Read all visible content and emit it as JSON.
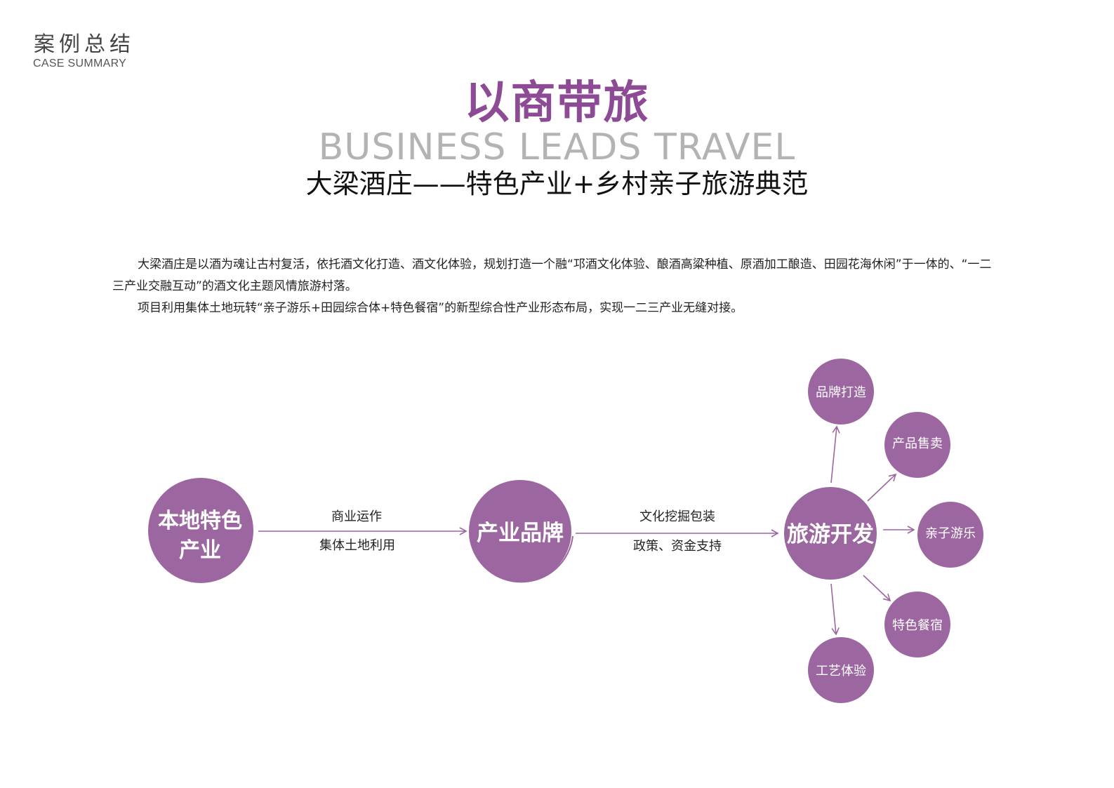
{
  "header": {
    "title": "案例总结",
    "subtitle": "CASE SUMMARY"
  },
  "main": {
    "title": "以商带旅",
    "title_en": "BUSINESS LEADS TRAVEL",
    "subtitle": "大梁酒庄——特色产业+乡村亲子旅游典范",
    "paragraphs": [
      "大梁酒庄是以酒为魂让古村复活，依托酒文化打造、酒文化体验，规划打造一个融“邛酒文化体验、酿酒高粱种植、原酒加工酿造、田园花海休闲”于一体的、“一二三产业交融互动”的酒文化主题风情旅游村落。",
      "项目利用集体土地玩转“亲子游乐+田园综合体+特色餐宿”的新型综合性产业形态布局，实现一二三产业无缝对接。"
    ]
  },
  "diagram": {
    "nodes": {
      "local_industry": [
        "本地特色",
        "产业"
      ],
      "industry_brand": "产业品牌",
      "tourism_dev": "旅游开发"
    },
    "edge1": {
      "top": "商业运作",
      "bottom": "集体土地利用"
    },
    "edge2": {
      "top": "文化挖掘包装",
      "bottom": "政策、资金支持"
    },
    "branches": [
      "品牌打造",
      "产品售卖",
      "亲子游乐",
      "特色餐宿",
      "工艺体验"
    ]
  },
  "colors": {
    "accent": "#9c66a0",
    "title_purple": "#8e4b95",
    "title_en_gray": "#b3b3b3"
  }
}
